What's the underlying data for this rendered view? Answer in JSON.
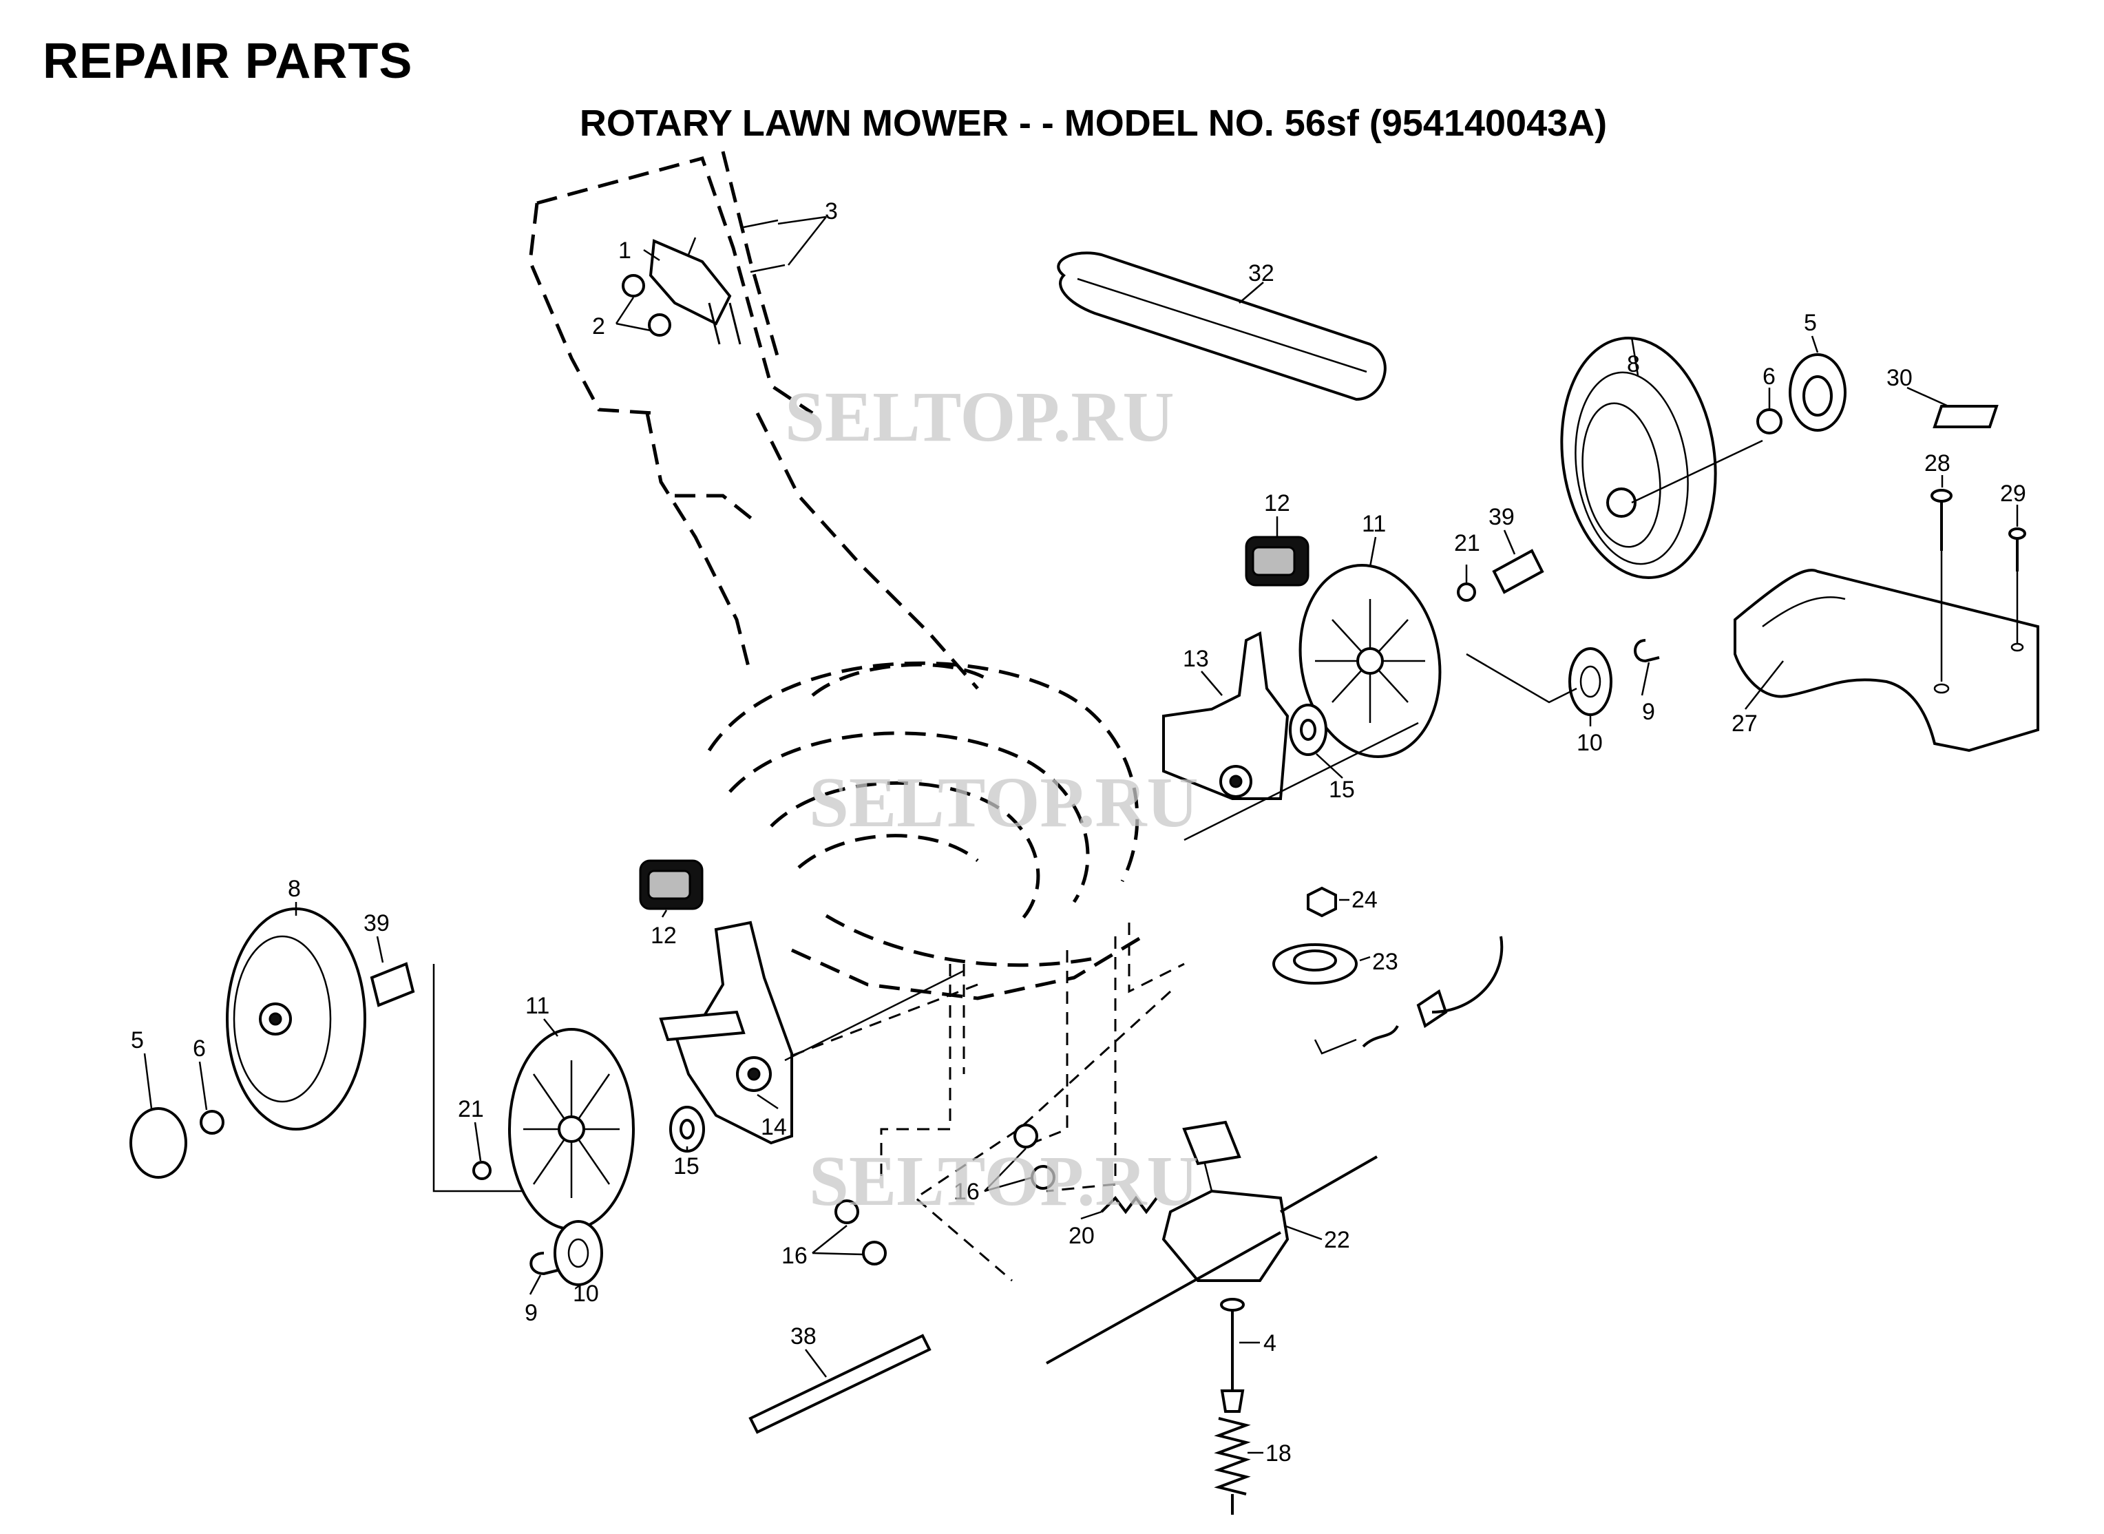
{
  "header": {
    "title": "REPAIR PARTS",
    "subtitle": "ROTARY LAWN MOWER - - MODEL NO. 56sf (954140043A)"
  },
  "watermark": "SELTOP.RU",
  "callouts": {
    "p1": "1",
    "p2": "2",
    "p3": "3",
    "p4": "4",
    "p5a": "5",
    "p5b": "5",
    "p6a": "6",
    "p6b": "6",
    "p8a": "8",
    "p8b": "8",
    "p9a": "9",
    "p9b": "9",
    "p10a": "10",
    "p10b": "10",
    "p11a": "11",
    "p11b": "11",
    "p12a": "12",
    "p12b": "12",
    "p13": "13",
    "p14": "14",
    "p15a": "15",
    "p15b": "15",
    "p16a": "16",
    "p16b": "16",
    "p18": "18",
    "p20": "20",
    "p21a": "21",
    "p21b": "21",
    "p22": "22",
    "p23": "23",
    "p24": "24",
    "p27": "27",
    "p28": "28",
    "p29": "29",
    "p30": "30",
    "p32": "32",
    "p38": "38",
    "p39a": "39",
    "p39b": "39"
  },
  "colors": {
    "ink": "#000000",
    "watermark": "#c9c9c9",
    "background": "#ffffff"
  }
}
